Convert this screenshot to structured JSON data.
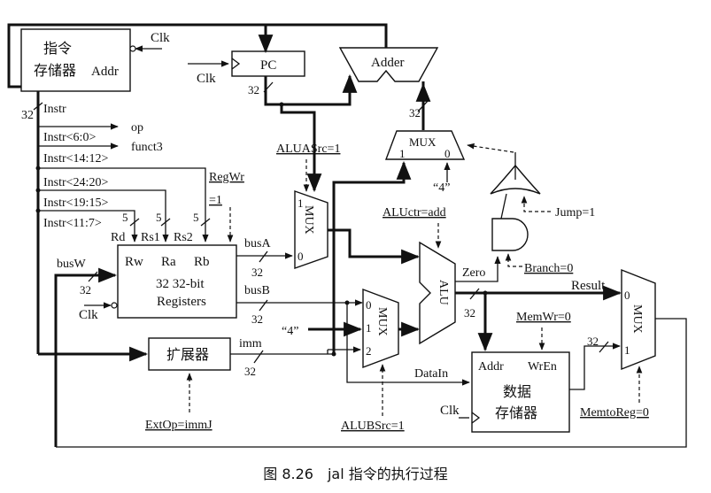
{
  "caption": "图 8.26　jal 指令的执行过程",
  "instr_mem": {
    "line1": "指令",
    "line2": "存储器",
    "addr": "Addr",
    "clk": "Clk"
  },
  "pc": {
    "label": "PC",
    "clk": "Clk",
    "width": "32"
  },
  "adder": {
    "label": "Adder",
    "width": "32"
  },
  "mux_top": {
    "label": "MUX",
    "in1": "1",
    "in0": "0",
    "const": "“4”"
  },
  "instr_fields": {
    "width": "32",
    "instr": "Instr",
    "op_field": "Instr<6:0>",
    "op": "op",
    "funct3_field": "Instr<14:12>",
    "funct3": "funct3",
    "rs2_field": "Instr<24:20>",
    "rs1_field": "Instr<19:15>",
    "rd_field": "Instr<11:7>"
  },
  "regfile": {
    "regwr": "RegWr",
    "regwr_val": "=1",
    "rd": "Rd",
    "rs1": "Rs1",
    "rs2": "Rs2",
    "five_a": "5",
    "five_b": "5",
    "five_c": "5",
    "rw": "Rw",
    "ra": "Ra",
    "rb": "Rb",
    "line1": "32 32-bit",
    "line2": "Registers",
    "busA": "busA",
    "busB": "busB",
    "busW": "busW",
    "clk": "Clk",
    "w_busA": "32",
    "w_busB": "32",
    "w_busW": "32"
  },
  "mux_a": {
    "label": "MUX",
    "in1": "1",
    "in0": "0",
    "ctrl": "ALUASrc=1"
  },
  "mux_b": {
    "label": "MUX",
    "in0": "0",
    "in1": "1",
    "in2": "2",
    "ctrl": "ALUBSrc=1",
    "const": "“4”"
  },
  "alu": {
    "label": "ALU",
    "zero": "Zero",
    "ctrl": "ALUctr=add",
    "width": "32"
  },
  "control": {
    "branch": "Branch=0",
    "jump": "Jump=1"
  },
  "extender": {
    "label": "扩展器",
    "imm": "imm",
    "width": "32",
    "ctrl": "ExtOp=immJ"
  },
  "data_mem": {
    "addr": "Addr",
    "wren": "WrEn",
    "line1": "数据",
    "line2": "存储器",
    "datain": "DataIn",
    "clk": "Clk",
    "memwr": "MemWr=0",
    "width": "32"
  },
  "mux_out": {
    "label": "MUX",
    "in0": "0",
    "in1": "1",
    "ctrl": "MemtoReg=0",
    "result": "Result"
  }
}
